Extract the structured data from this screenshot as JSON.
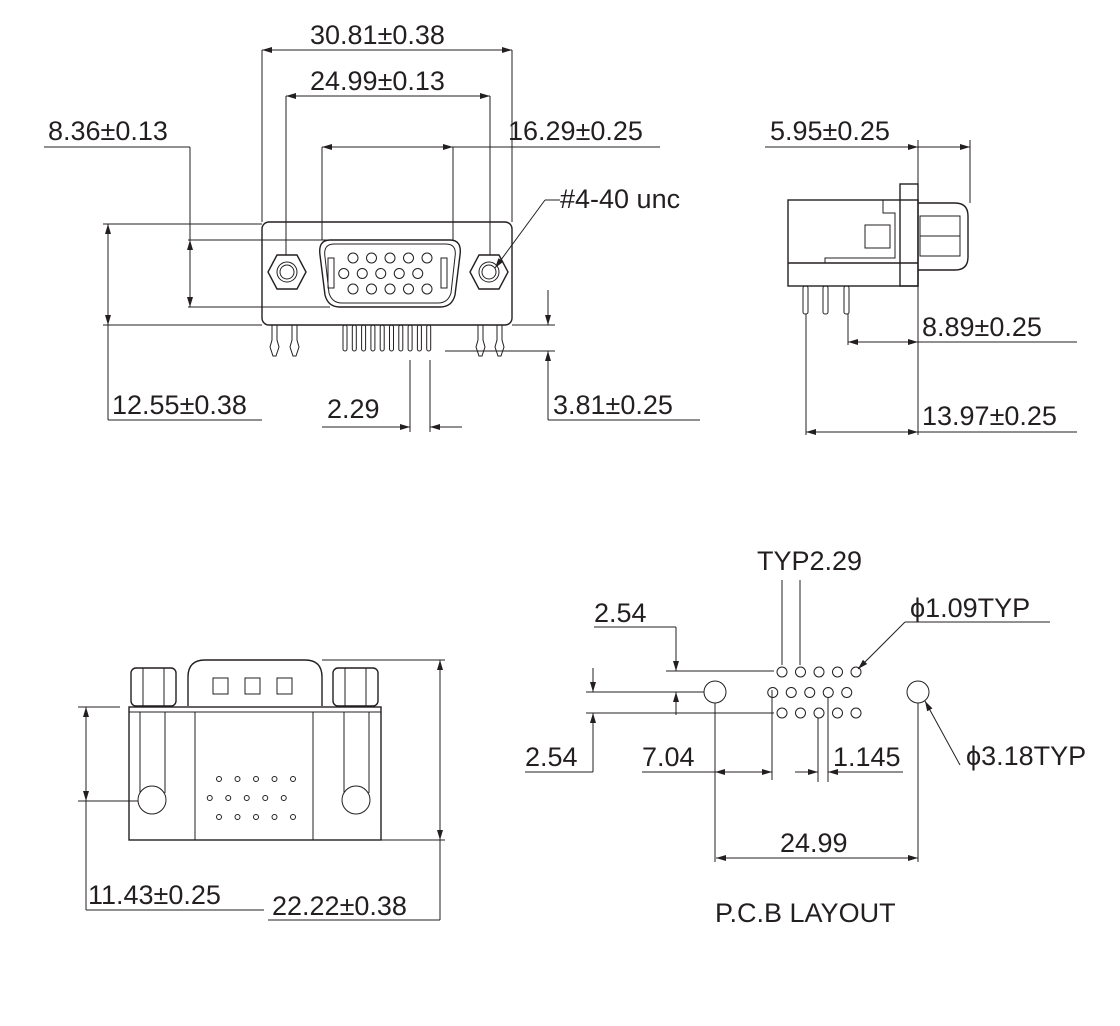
{
  "front_view": {
    "overall_width": "30.81±0.38",
    "mount_pitch": "24.99±0.13",
    "body_height": "8.36±0.13",
    "shell_width": "16.29±0.25",
    "thread": "#4-40 unc",
    "overall_height": "12.55±0.38",
    "pin_pitch": "2.29",
    "pin_length": "3.81±0.25"
  },
  "side_view": {
    "flange_depth": "5.95±0.25",
    "pin_offset": "8.89±0.25",
    "overall_depth": "13.97±0.25"
  },
  "bottom_view": {
    "screw_height": "11.43±0.25",
    "overall_height": "22.22±0.38"
  },
  "pcb_layout": {
    "title": "P.C.B LAYOUT",
    "pitch_typ": "TYP2.29",
    "row_spacing_top": "2.54",
    "row_spacing_left": "2.54",
    "pin_hole": "ϕ1.09TYP",
    "offset": "7.04",
    "stagger": "1.145",
    "mount_hole": "ϕ3.18TYP",
    "mount_pitch": "24.99"
  }
}
